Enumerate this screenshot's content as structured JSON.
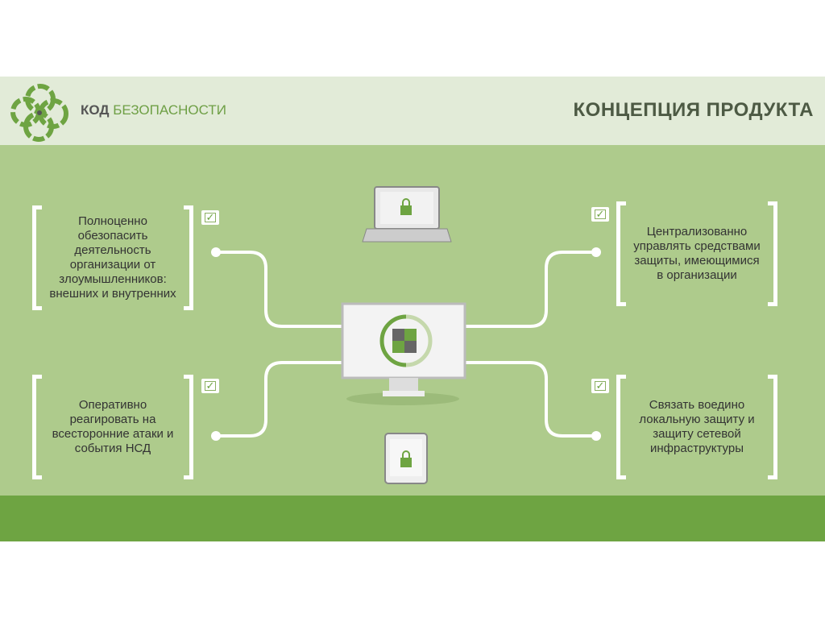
{
  "brand": {
    "bold": "КОД",
    "rest": "БЕЗОПАСНОСТИ"
  },
  "title": "КОНЦЕПЦИЯ ПРОДУКТА",
  "goals": [
    "Полноценно обезопасить деятельность организации от злоумышленников: внешних и внутренних",
    "Централизованно управлять средствами защиты, имеющимися в организации",
    "Оперативно реагировать на всесторонние атаки и события НСД",
    "Связать воедино локальную защиту и защиту сетевой инфраструктуры"
  ],
  "colors": {
    "accent": "#6ea442",
    "bg": "#aecb8c",
    "header": "#e2ebd8"
  }
}
